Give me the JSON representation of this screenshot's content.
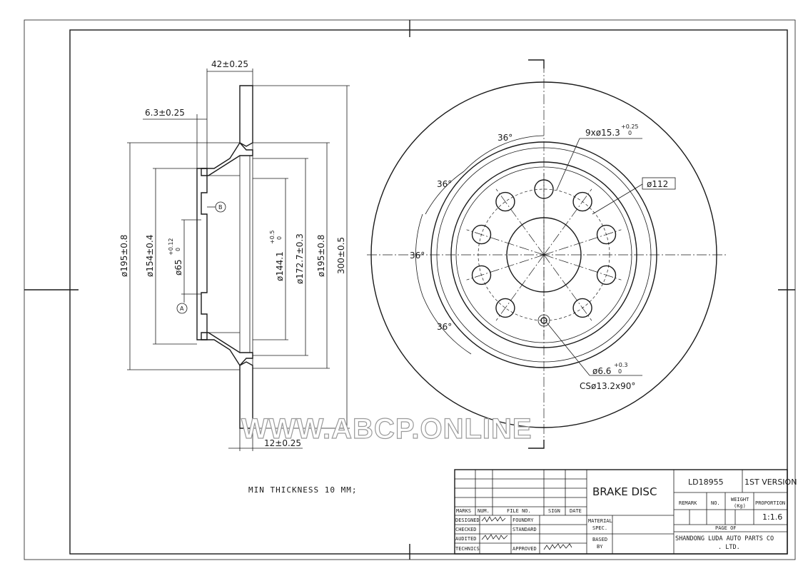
{
  "drawing": {
    "title": "BRAKE DISC",
    "part_number": "LD18955",
    "version": "1ST VERSION",
    "company_line1": "SHANDONG LUDA AUTO PARTS CO",
    "company_line2": ". LTD.",
    "proportion": "1:1.6",
    "note": "MIN THICKNESS 10 MM;",
    "watermark": "WWW.ABCP.ONLINE"
  },
  "side_view": {
    "dim_total_width": "42±0.25",
    "dim_hat_thickness": "6.3±0.25",
    "dim_rotor_thickness": "12±0.25",
    "dim_outer_left": "ø195±0.8",
    "dim_154": "ø154±0.4",
    "dim_65": "ø65",
    "dim_65_tol": "+0.12",
    "dim_65_tol0": "0",
    "dim_144": "ø144.1",
    "dim_144_tol": "+0.5",
    "dim_144_tol0": "0",
    "dim_172": "ø172.7±0.3",
    "dim_195": "ø195±0.8",
    "dim_300": "300±0.5",
    "datum_a": "A",
    "datum_b": "B"
  },
  "front_view": {
    "holes": "9xø15.3",
    "holes_tol": "+0.25",
    "holes_tol0": "0",
    "pcd": "ø112",
    "angle": "36°",
    "small_hole": "ø6.6",
    "small_hole_tol": "+0.3",
    "small_hole_tol0": "0",
    "countersink": "CSø13.2x90°"
  },
  "title_block": {
    "marks": "MARKS",
    "num": "NUM.",
    "file_no": "FILE NO.",
    "sign": "SIGN",
    "date": "DATE",
    "designed": "DESIGNED",
    "checked": "CHECKED",
    "audited": "AUDITED",
    "technics": "TECHNICS",
    "foundry": "FOUNDRY",
    "standard": "STANDARD",
    "approved": "APPROVED",
    "material_spec_1": "MATERIAL",
    "material_spec_2": "SPEC.",
    "based_on_1": "BASED",
    "based_on_2": "BY",
    "remark": "REMARK",
    "no": "NO.",
    "weight_1": "WEIGHT",
    "weight_2": "(Kg)",
    "proportion_label": "PROPORTION",
    "page_of": "PAGE  OF"
  }
}
